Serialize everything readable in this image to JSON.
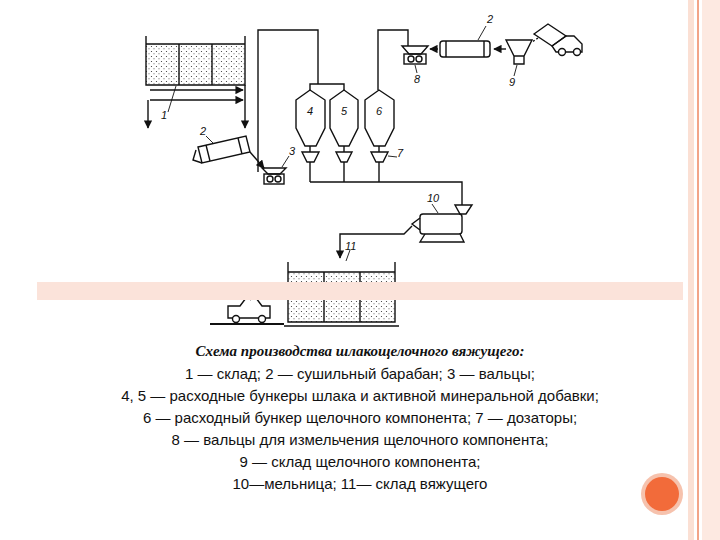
{
  "diagram": {
    "title": "Схема производства шлакощелочного вяжущего:",
    "labels": [
      "1",
      "2",
      "3",
      "4",
      "5",
      "6",
      "7",
      "2",
      "8",
      "9",
      "10",
      "11",
      "1 — склад; 2 — сушильный барабан; 3 — вальцы;",
      "4, 5 — расходные бункеры шлака и активной минеральной добавки;",
      "6 — расходный бункер щелочного компонента; 7 — дозаторы;",
      "8 — вальцы для измельчения щелочного компонента;",
      "9 — склад щелочного компонента;",
      "10—мельница; 11— склад вяжущего"
    ]
  }
}
